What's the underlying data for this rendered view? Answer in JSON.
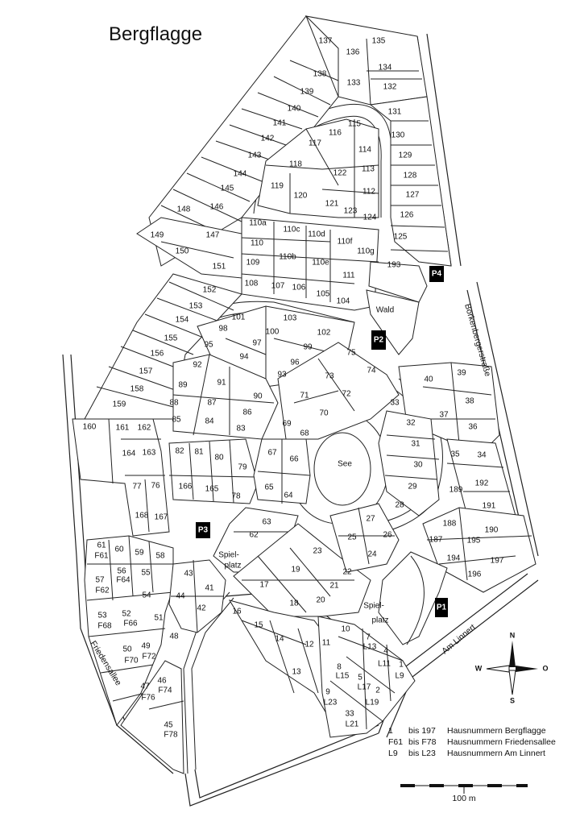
{
  "title": "Bergflagge",
  "streets": {
    "east": "Borkenbergerstraße",
    "southeast": "Am Linnert",
    "west": "Friedensallee"
  },
  "areas": {
    "lake": "See",
    "forest": "Wald",
    "playground_1": "Spiel-\nplatz",
    "playground_1_line1": "Spiel-",
    "playground_1_line2": "platz",
    "playground_2_line1": "Spiel-",
    "playground_2_line2": "platz"
  },
  "parking": [
    "P1",
    "P2",
    "P3",
    "P4"
  ],
  "compass": {
    "n": "N",
    "s": "S",
    "w": "W",
    "o": "O"
  },
  "scale": "100 m",
  "legend": [
    {
      "from": "1",
      "to": "bis 197",
      "desc": "Hausnummern Bergflagge"
    },
    {
      "from": "F61",
      "to": "bis F78",
      "desc": "Hausnummern Friedensallee"
    },
    {
      "from": "L9",
      "to": "bis L23",
      "desc": "Hausnummern Am Linnert"
    }
  ],
  "plots": [
    "135",
    "136",
    "137",
    "134",
    "133",
    "138",
    "132",
    "139",
    "131",
    "140",
    "115",
    "116",
    "141",
    "130",
    "114",
    "117",
    "142",
    "129",
    "113",
    "118",
    "143",
    "122",
    "128",
    "144",
    "119",
    "120",
    "112",
    "127",
    "145",
    "121",
    "123",
    "124",
    "148",
    "146",
    "126",
    "149",
    "147",
    "110a",
    "110c",
    "110d",
    "125",
    "150",
    "110",
    "110f",
    "110g",
    "151",
    "109",
    "110b",
    "110e",
    "193",
    "111",
    "108",
    "107",
    "106",
    "105",
    "104",
    "152",
    "153",
    "101",
    "103",
    "154",
    "98",
    "100",
    "102",
    "155",
    "97",
    "99",
    "95",
    "94",
    "156",
    "96",
    "92",
    "93",
    "157",
    "91",
    "90",
    "89",
    "158",
    "88",
    "87",
    "86",
    "159",
    "85",
    "84",
    "83",
    "160",
    "161",
    "162",
    "164",
    "163",
    "82",
    "81",
    "80",
    "79",
    "166",
    "165",
    "78",
    "77",
    "76",
    "168",
    "167",
    "61",
    "F61",
    "60",
    "59",
    "58",
    "57",
    "F62",
    "56",
    "F64",
    "55",
    "54",
    "53",
    "F68",
    "52",
    "F66",
    "51",
    "50",
    "F70",
    "49",
    "F72",
    "48",
    "47",
    "F76",
    "46",
    "F74",
    "45",
    "F78",
    "43",
    "41",
    "44",
    "42",
    "75",
    "74",
    "73",
    "72",
    "71",
    "70",
    "69",
    "68",
    "67",
    "66",
    "65",
    "64",
    "63",
    "62",
    "40",
    "39",
    "33",
    "38",
    "37",
    "32",
    "36",
    "31",
    "35",
    "34",
    "30",
    "29",
    "189",
    "192",
    "28",
    "191",
    "27",
    "26",
    "25",
    "24",
    "188",
    "190",
    "187",
    "195",
    "194",
    "197",
    "196",
    "23",
    "19",
    "22",
    "17",
    "21",
    "18",
    "20",
    "16",
    "15",
    "14",
    "12",
    "11",
    "10",
    "13",
    "7",
    "L13",
    "4",
    "L11",
    "1",
    "L9",
    "8",
    "L15",
    "5",
    "L17",
    "2",
    "L19",
    "9",
    "L23",
    "33",
    "L21"
  ]
}
